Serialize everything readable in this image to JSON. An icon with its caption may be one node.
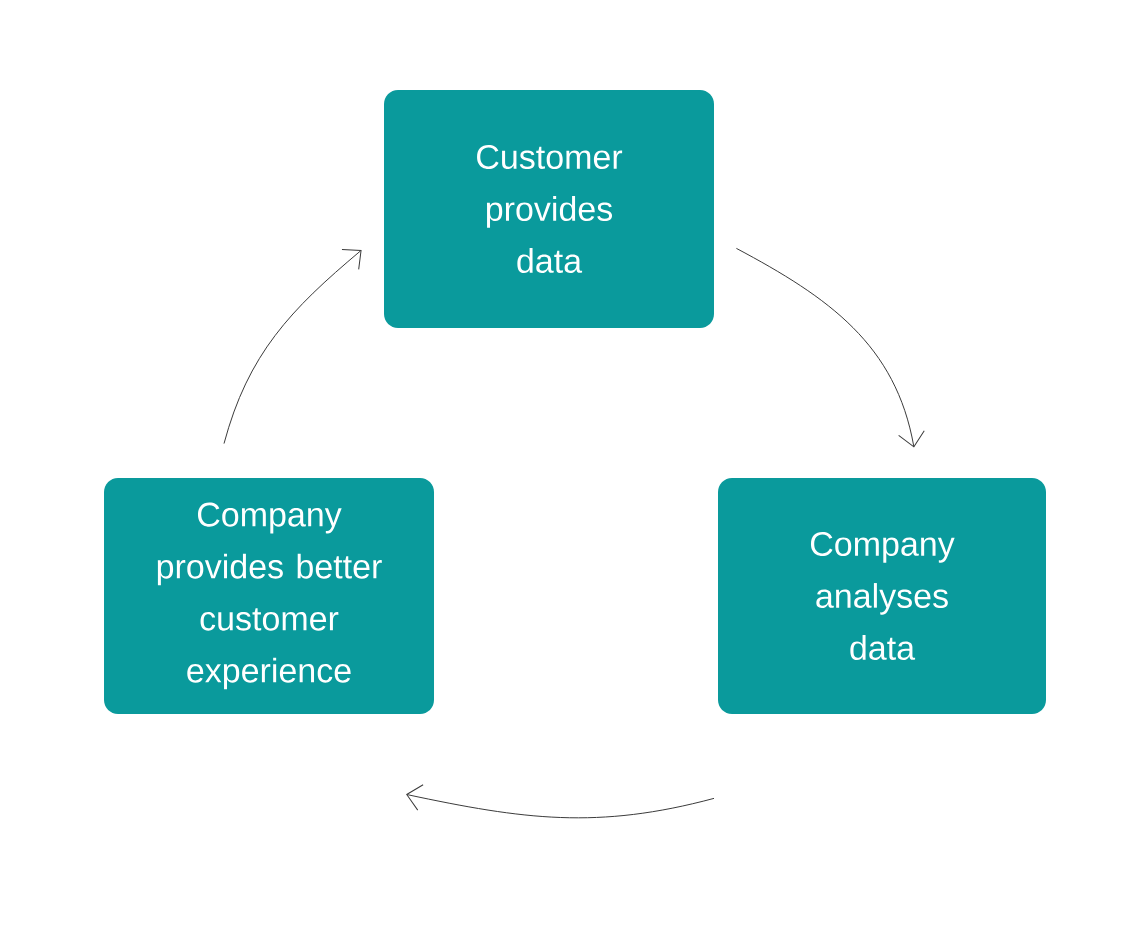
{
  "diagram": {
    "nodes": [
      {
        "text": [
          "Customer provides data"
        ]
      },
      {
        "text": [
          "Company provides better customer experience"
        ]
      },
      {
        "text": [
          "Company analyses data"
        ]
      }
    ],
    "edges": [
      {
        "from": 0,
        "to": 2,
        "arrow": "to"
      },
      {
        "from": 2,
        "to": 1,
        "arrow": "to"
      },
      {
        "from": 1,
        "to": 0,
        "arrow": "to"
      }
    ]
  }
}
